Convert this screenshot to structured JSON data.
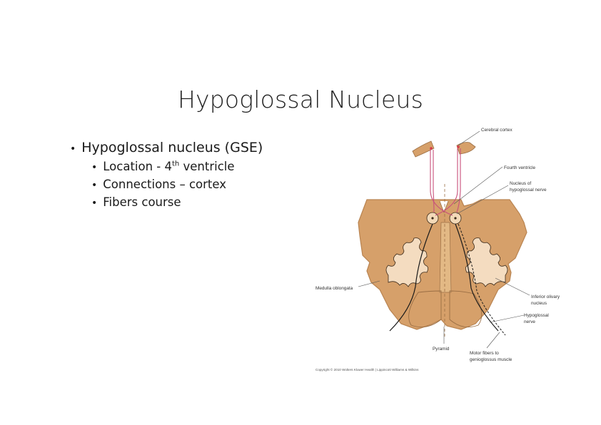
{
  "slide": {
    "title": "Hypoglossal Nucleus",
    "main_bullet": "Hypoglossal nucleus (GSE)",
    "sub_bullets": [
      {
        "pre": "Location - 4",
        "sup": "th",
        "post": " ventricle"
      },
      {
        "text": "Connections – cortex"
      },
      {
        "text": "Fibers course"
      }
    ]
  },
  "figure": {
    "labels": {
      "cerebral_cortex": "Cerebral cortex",
      "fourth_ventricle": "Fourth ventricle",
      "nucleus_line1": "Nucleus of",
      "nucleus_line2": "hypoglossal nerve",
      "medulla": "Medulla oblongata",
      "olivary_line1": "Inferior olivary",
      "olivary_line2": "nucleus",
      "hypo_nerve_line1": "Hypoglossal",
      "hypo_nerve_line2": "nerve",
      "pyramid": "Pyramid",
      "motor_line1": "Motor fibers to",
      "motor_line2": "genioglossus muscle",
      "copyright": "Copyright © 2010 Wolters Kluwer Health | Lippincott Williams & Wilkins"
    },
    "colors": {
      "tissue": "#d6a06a",
      "tissue_dark": "#b98451",
      "olive_fill": "#f4dcc0",
      "fiber": "#c8507a",
      "nerve": "#1a1a1a"
    }
  }
}
